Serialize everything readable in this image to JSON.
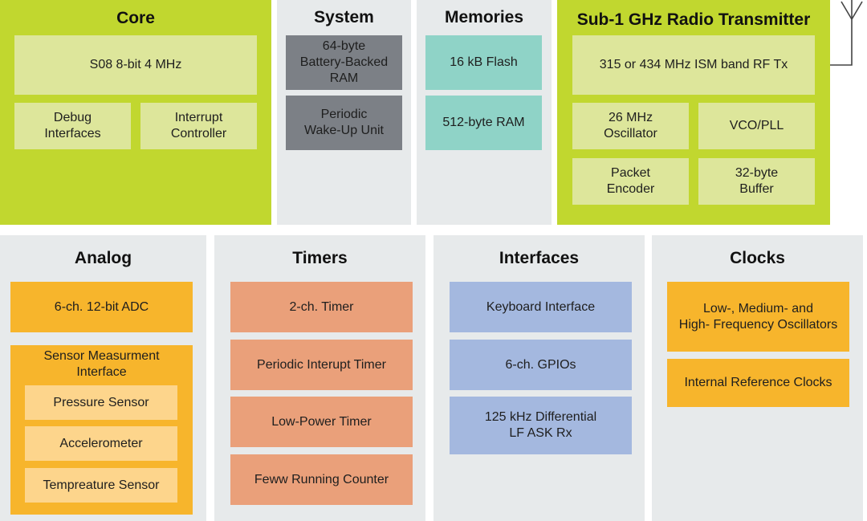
{
  "diagram": {
    "top_row": {
      "core": {
        "title": "Core",
        "blocks": [
          "S08 8-bit 4 MHz",
          "Debug\nInterfaces",
          "Interrupt\nController"
        ]
      },
      "system": {
        "title": "System",
        "blocks": [
          "64-byte\nBattery-Backed\nRAM",
          "Periodic\nWake-Up Unit"
        ]
      },
      "memories": {
        "title": "Memories",
        "blocks": [
          "16 kB Flash",
          "512-byte RAM"
        ]
      },
      "radio": {
        "title": "Sub-1 GHz Radio Transmitter",
        "blocks": [
          "315 or 434 MHz ISM band RF Tx",
          "26 MHz\nOscillator",
          "VCO/PLL",
          "Packet\nEncoder",
          "32-byte\nBuffer"
        ],
        "antenna_icon": "antenna-icon"
      }
    },
    "bottom_row": {
      "analog": {
        "title": "Analog",
        "blocks": [
          "6-ch. 12-bit ADC"
        ],
        "sensor_group": {
          "title": "Sensor Measurment\nInterface",
          "blocks": [
            "Pressure Sensor",
            "Accelerometer",
            "Tempreature Sensor"
          ]
        }
      },
      "timers": {
        "title": "Timers",
        "blocks": [
          "2-ch. Timer",
          "Periodic Interupt Timer",
          "Low-Power Timer",
          "Feww Running Counter"
        ]
      },
      "interfaces": {
        "title": "Interfaces",
        "blocks": [
          "Keyboard Interface",
          "6-ch. GPIOs",
          "125 kHz Differential\nLF ASK Rx"
        ]
      },
      "clocks": {
        "title": "Clocks",
        "blocks": [
          "Low-, Medium- and\nHigh- Frequency Oscillators",
          "Internal Reference Clocks"
        ]
      }
    },
    "colors": {
      "core_green": "#c1d72f",
      "light_green": "#dde69b",
      "panel_gray": "#e7eaeb",
      "system_gray": "#7c8086",
      "memory_teal": "#8fd3c7",
      "analog_orange": "#f7b52c",
      "sensor_peach": "#fdd58c",
      "timer_salmon": "#eaa07a",
      "interface_blue": "#a4b8df"
    }
  }
}
